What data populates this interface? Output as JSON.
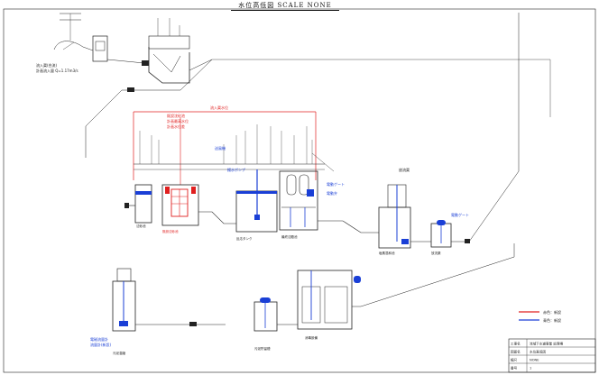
{
  "title": "水位高低図 SCALE NONE",
  "colors": {
    "line": "#222222",
    "red": "#e02020",
    "blue": "#1a3fd6",
    "background": "#ffffff"
  },
  "legend": {
    "items": [
      {
        "label": "赤色：新設",
        "color": "#e02020"
      },
      {
        "label": "青色：新設",
        "color": "#1a3fd6"
      }
    ]
  },
  "title_block": {
    "rows": [
      {
        "label": "工事名",
        "value": "流域下水道事業 処理場"
      },
      {
        "label": "図面名",
        "value": "水位高低図"
      },
      {
        "label": "縮尺",
        "value": "NONE"
      },
      {
        "label": "番号",
        "value": "1"
      }
    ]
  },
  "annotations": {
    "inlet_note_1": "流入渠(合流)",
    "inlet_note_2": "計画流入量 Q=1.17m3/s",
    "red_note_1": "既設沈砂池",
    "red_note_2": "計画最高水位",
    "red_dim": "計画水位差",
    "upper_dim": "流入渠水位",
    "pump_note": "揚水ポンプ",
    "blower_note": "送風機",
    "gate_note_1": "電動ゲート",
    "gate_note_2": "電動弁",
    "right_note_1": "放流渠",
    "right_note_2": "電動ゲート",
    "bottom_note_1": "電磁流量計",
    "bottom_note_2": "流量計(新設)",
    "tank_1": "沈砂池",
    "tank_2": "反応タンク",
    "tank_3": "最終沈殿池",
    "tank_4": "塩素混和池",
    "tank_5": "放流渠",
    "tank_6": "汚泥濃縮",
    "tank_7": "汚泥貯留槽",
    "tank_8": "消毒設備"
  }
}
